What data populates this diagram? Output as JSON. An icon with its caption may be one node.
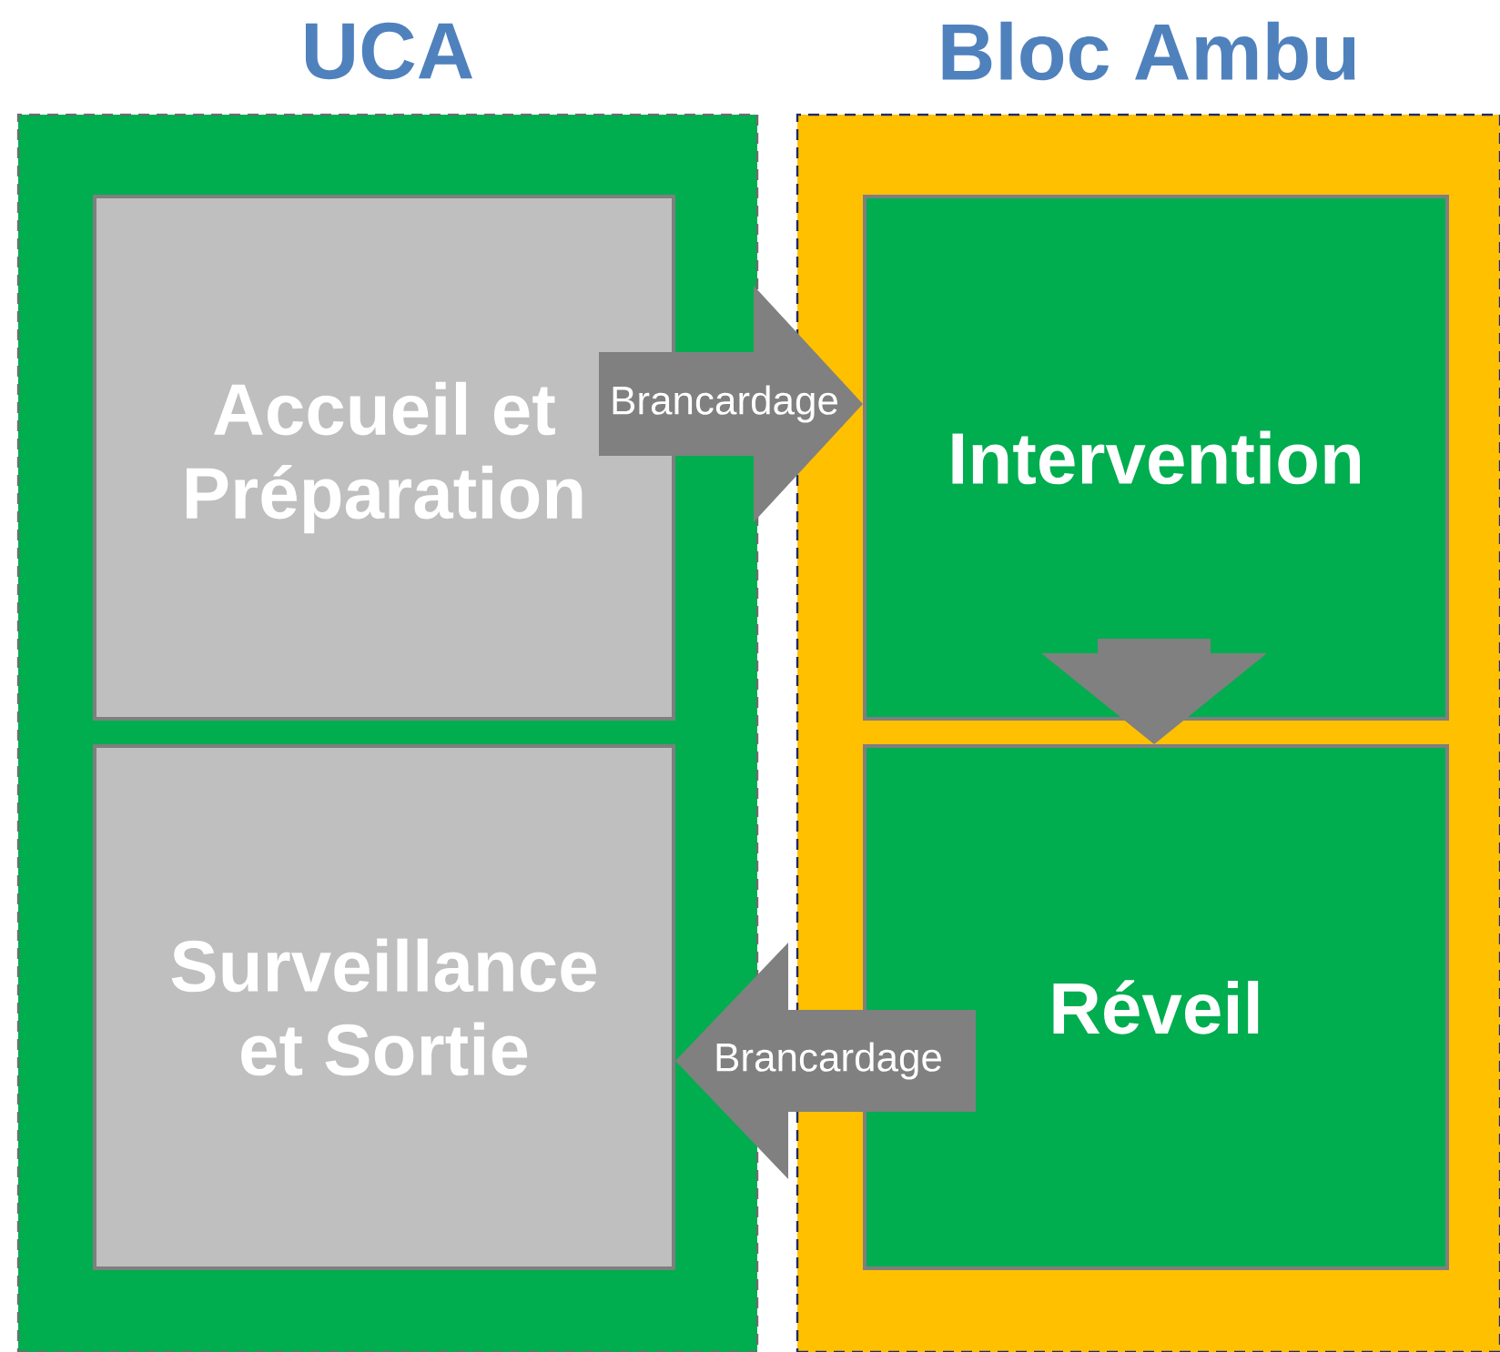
{
  "diagram": {
    "nodes": [
      {
        "text": [
          "UCA"
        ]
      },
      {
        "text": [
          "Accueil et Préparation"
        ],
        "in": 0
      },
      {
        "text": [
          "Surveillance et Sortie"
        ],
        "in": 0
      },
      {
        "text": [
          "Bloc Ambu"
        ]
      },
      {
        "text": [
          "Intervention"
        ],
        "in": 3
      },
      {
        "text": [
          "Réveil"
        ],
        "in": 3
      }
    ],
    "edges": [
      {
        "from": 1,
        "to": 4,
        "arrow": "to",
        "label": "Brancardage"
      },
      {
        "from": 4,
        "to": 5,
        "arrow": "to"
      },
      {
        "from": 5,
        "to": 2,
        "arrow": "to",
        "label": "Brancardage"
      }
    ]
  }
}
